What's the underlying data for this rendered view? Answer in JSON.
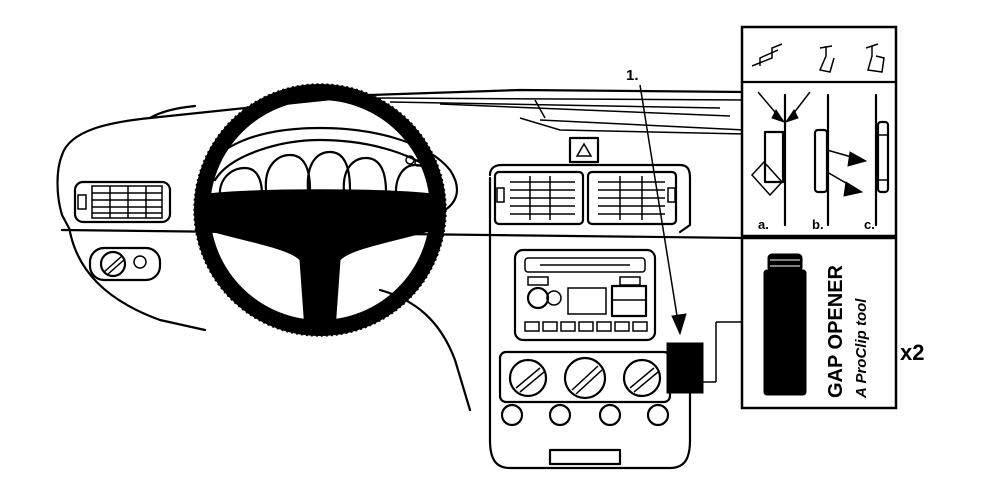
{
  "callout": {
    "step": "1."
  },
  "instructions_panel": {
    "steps": [
      "a.",
      "b.",
      "c."
    ]
  },
  "tool_panel": {
    "title": "GAP OPENER",
    "subtitle": "A ProClip tool",
    "quantity": "x2"
  }
}
